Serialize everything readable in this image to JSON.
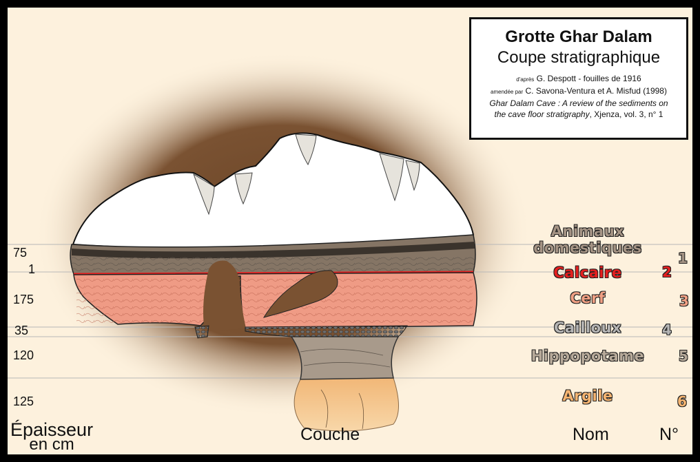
{
  "title": {
    "line1": "Grotte Ghar Dalam",
    "line2": "Coupe stratigraphique",
    "credit1_prefix": "d'après",
    "credit1_text": "G. Despott - fouilles de 1916",
    "credit2_prefix": "amendée par",
    "credit2_text": "C. Savona-Ventura et A. Misfud (1998)",
    "ref_italic1": "Ghar Dalam Cave : A review of the sediments on",
    "ref_italic2": "the cave floor stratigraphy",
    "ref_tail": ", Xjenza, vol. 3, n° 1"
  },
  "layers": [
    {
      "thickness": "75",
      "name_line1": "Animaux",
      "name_line2": "domestiques",
      "number": "1",
      "color": "#a49384"
    },
    {
      "thickness": "1",
      "name_line1": "Calcaire",
      "name_line2": "",
      "number": "2",
      "color": "#e41f1f"
    },
    {
      "thickness": "175",
      "name_line1": "Cerf",
      "name_line2": "",
      "number": "3",
      "color": "#f0a084"
    },
    {
      "thickness": "35",
      "name_line1": "Cailloux",
      "name_line2": "",
      "number": "4",
      "color": "#b4b4b4"
    },
    {
      "thickness": "120",
      "name_line1": "Hippopotame",
      "name_line2": "",
      "number": "5",
      "color": "#b7aa9a"
    },
    {
      "thickness": "125",
      "name_line1": "Argile",
      "name_line2": "",
      "number": "6",
      "color": "#f4b471"
    }
  ],
  "columns": {
    "thickness_line1": "Épaisseur",
    "thickness_line2": "en cm",
    "layer": "Couche",
    "name": "Nom",
    "number": "N°"
  }
}
